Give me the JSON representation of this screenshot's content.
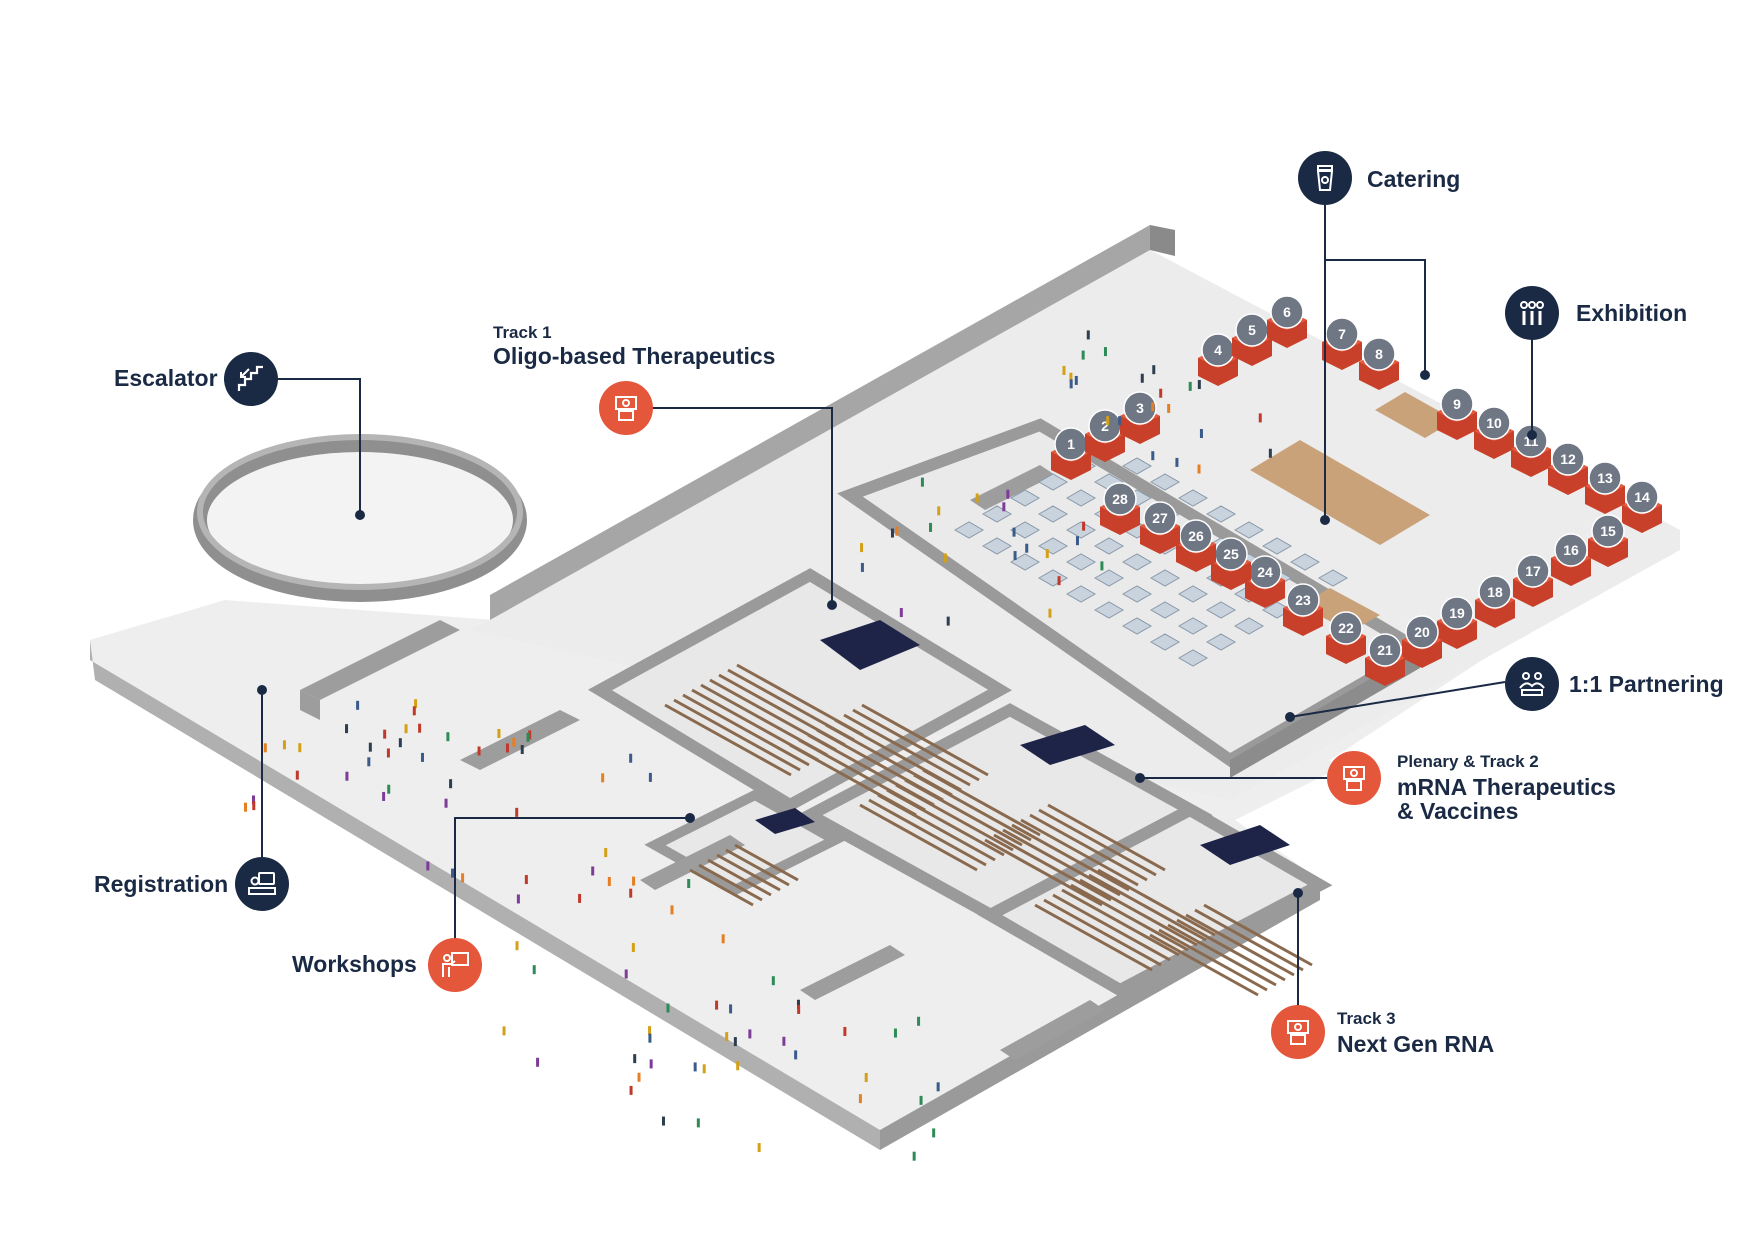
{
  "colors": {
    "navy": "#1b2a44",
    "orange": "#e5573b",
    "floor": "#ececec",
    "wall_top": "#9c9c9c",
    "wall_side": "#7d7d7d",
    "booth": "#c8402a",
    "booth_badge": "#6f7684",
    "seat": "#8a6a4f"
  },
  "labels": {
    "escalator": "Escalator",
    "registration": "Registration",
    "workshops": "Workshops",
    "track1_sub": "Track 1",
    "track1_title": "Oligo-based Therapeutics",
    "catering": "Catering",
    "exhibition": "Exhibition",
    "partnering": "1:1 Partnering",
    "plenary_sub": "Plenary & Track 2",
    "plenary_title_1": "mRNA Therapeutics",
    "plenary_title_2": "& Vaccines",
    "track3_sub": "Track 3",
    "track3_title": "Next Gen RNA"
  },
  "markers": [
    {
      "name": "escalator-icon",
      "color": "navy",
      "icon": "stairs"
    },
    {
      "name": "registration-icon",
      "color": "navy",
      "icon": "desk"
    },
    {
      "name": "workshops-icon",
      "color": "orange",
      "icon": "presenter"
    },
    {
      "name": "track1-icon",
      "color": "orange",
      "icon": "podium"
    },
    {
      "name": "catering-icon",
      "color": "navy",
      "icon": "coffee-cup"
    },
    {
      "name": "exhibition-icon",
      "color": "navy",
      "icon": "people-group"
    },
    {
      "name": "partnering-icon",
      "color": "navy",
      "icon": "meeting"
    },
    {
      "name": "plenary-icon",
      "color": "orange",
      "icon": "podium"
    },
    {
      "name": "track3-icon",
      "color": "orange",
      "icon": "podium"
    }
  ],
  "booths": [
    "1",
    "2",
    "3",
    "4",
    "5",
    "6",
    "7",
    "8",
    "9",
    "10",
    "11",
    "12",
    "13",
    "14",
    "15",
    "16",
    "17",
    "18",
    "19",
    "20",
    "21",
    "22",
    "23",
    "24",
    "25",
    "26",
    "27",
    "28"
  ]
}
